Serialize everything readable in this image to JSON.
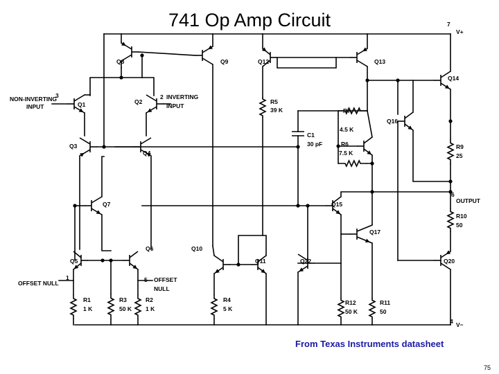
{
  "slide": {
    "title": "741 Op Amp Circuit",
    "credit": "From Texas Instruments datasheet",
    "page_number": "75"
  },
  "schematic": {
    "transistors": {
      "q1": "Q1",
      "q2": "Q2",
      "q3": "Q3",
      "q4": "Q4",
      "q5": "Q5",
      "q6": "Q6",
      "q7": "Q7",
      "q8": "Q8",
      "q9": "Q9",
      "q10": "Q10",
      "q11": "Q11",
      "q12": "Q12",
      "q13": "Q13",
      "q14": "Q14",
      "q15": "Q15",
      "q16": "Q16",
      "q17": "Q17",
      "q20": "Q20",
      "q22": "Q22"
    },
    "resistors": {
      "r1_name": "R1",
      "r1_value": "1 K",
      "r2_name": "R2",
      "r2_value": "1 K",
      "r3_name": "R3",
      "r3_value": "50 K",
      "r4_name": "R4",
      "r4_value": "5 K",
      "r5_name": "R5",
      "r5_value": "39 K",
      "r6_name": "R6",
      "r6_value": "7.5 K",
      "r7_name": "R7",
      "r7_value": "4.5 K",
      "r9_name": "R9",
      "r9_value": "25",
      "r10_name": "R10",
      "r10_value": "50",
      "r11_name": "R11",
      "r11_value": "50",
      "r12_name": "R12",
      "r12_value": "50 K"
    },
    "capacitor": {
      "name": "C1",
      "value": "30 pF"
    },
    "pins": {
      "pin3": "3",
      "pin3_label_1": "NON-INVERTING",
      "pin3_label_2": "INPUT",
      "pin2": "2",
      "pin2_label_1": "INVERTING",
      "pin2_label_2": "INPUT",
      "pin1": "1",
      "pin1_label": "OFFSET NULL",
      "pin5": "5",
      "pin5_label_1": "OFFSET",
      "pin5_label_2": "NULL",
      "pin7": "7",
      "vplus": "V+",
      "pin6": "6",
      "output": "OUTPUT",
      "pin4": "4",
      "vminus": "V−"
    }
  }
}
